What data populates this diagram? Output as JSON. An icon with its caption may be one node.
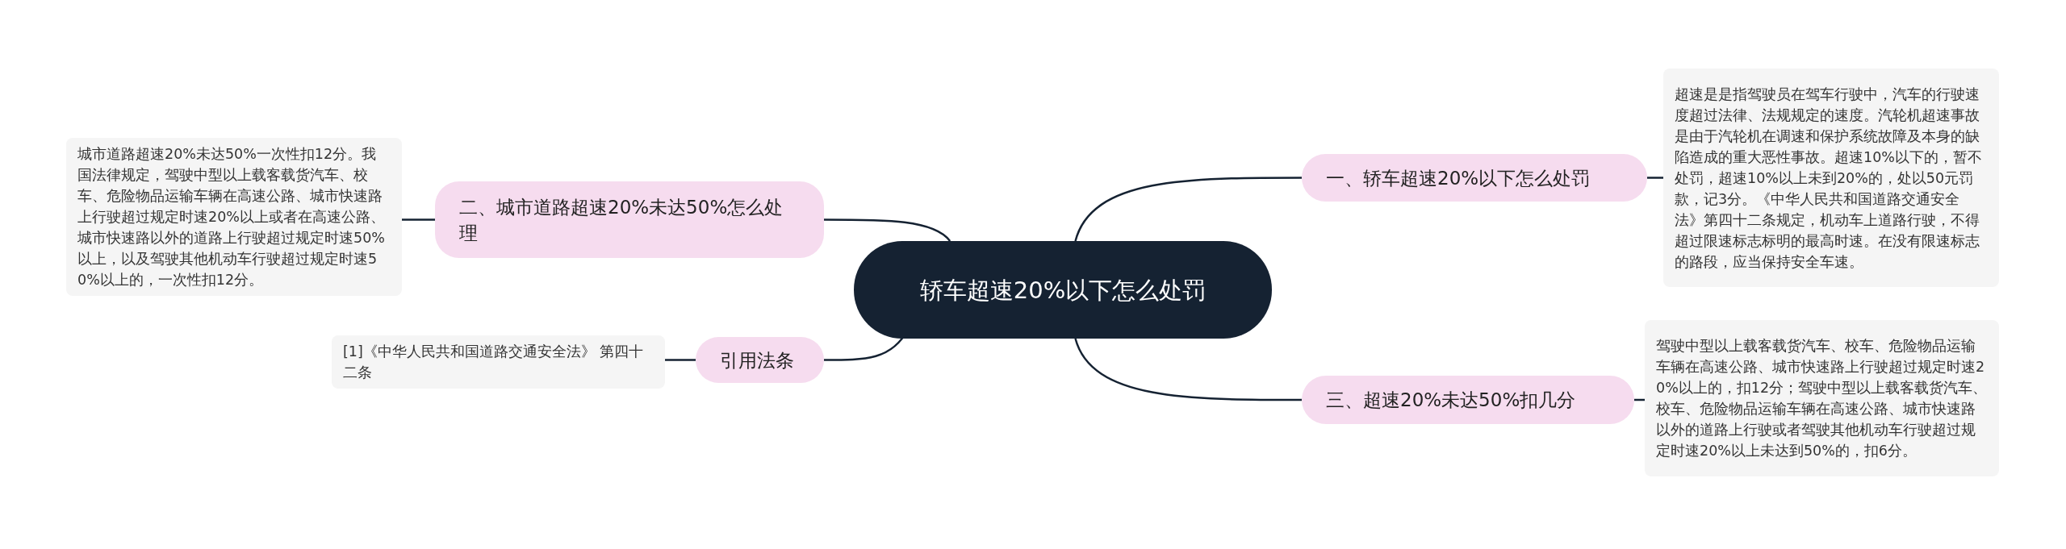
{
  "diagram": {
    "nodes": [
      {
        "text": [
          "轿车超速20%以下怎么处罚"
        ]
      },
      {
        "text": [
          "一、轿车超速20%以下怎么处罚"
        ]
      },
      {
        "text": [
          "超速是是指驾驶员在驾车行驶中，汽车的行驶速度超过法律、法规规定的速度。汽轮机超速事故是由于汽轮机在调速和保护系统故障及本身的缺陷造成的重大恶性事故。超速10%以下的，暂不处罚，超速10%以上未到20%的，处以50元罚款，记3分。《中华人民共和国道路交通安全法》第四十二条规定，机动车上道路行驶，不得超过限速标志标明的最高时速。在没有限速标志的路段，应当保持安全车速。"
        ]
      },
      {
        "text": [
          "三、超速20%未达50%扣几分"
        ]
      },
      {
        "text": [
          "驾驶中型以上载客载货汽车、校车、危险物品运输车辆在高速公路、城市快速路上行驶超过规定时速20%以上的，扣12分；驾驶中型以上载客载货汽车、校车、危险物品运输车辆在高速公路、城市快速路以外的道路上行驶或者驾驶其他机动车行驶超过规定时速20%以上未达到50%的，扣6分。"
        ]
      },
      {
        "text": [
          "二、城市道路超速20%未达50%怎么处理"
        ]
      },
      {
        "text": [
          "城市道路超速20%未达50%一次性扣12分。我国法律规定，驾驶中型以上载客载货汽车、校车、危险物品运输车辆在高速公路、城市快速路上行驶超过规定时速20%以上或者在高速公路、城市快速路以外的道路上行驶超过规定时速50%以上，以及驾驶其他机动车行驶超过规定时速50%以上的，一次性扣12分。"
        ]
      },
      {
        "text": [
          "引用法条"
        ]
      },
      {
        "text": [
          "[1]《中华人民共和国道路交通安全法》 第四十二条"
        ]
      }
    ],
    "edges": [
      {
        "from": 0,
        "to": 1,
        "arrow": "none"
      },
      {
        "from": 1,
        "to": 2,
        "arrow": "none"
      },
      {
        "from": 0,
        "to": 3,
        "arrow": "none"
      },
      {
        "from": 3,
        "to": 4,
        "arrow": "none"
      },
      {
        "from": 0,
        "to": 5,
        "arrow": "none"
      },
      {
        "from": 5,
        "to": 6,
        "arrow": "none"
      },
      {
        "from": 0,
        "to": 7,
        "arrow": "none"
      },
      {
        "from": 7,
        "to": 8,
        "arrow": "none"
      }
    ]
  }
}
